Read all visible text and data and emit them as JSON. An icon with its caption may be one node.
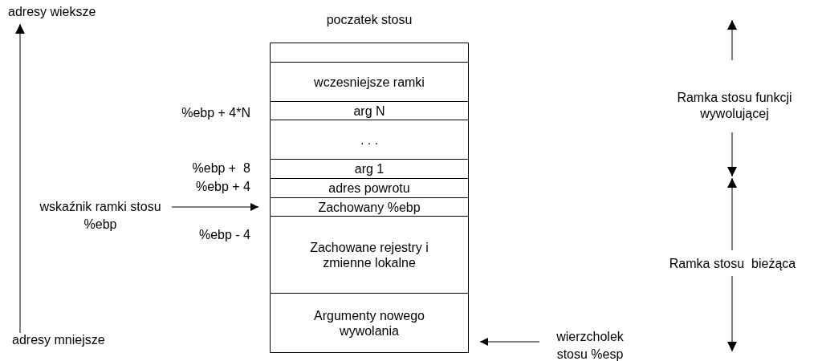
{
  "diagram": {
    "nodes": [
      {
        "text": [
          "poczatek stosu"
        ]
      },
      {
        "text": [],
        "shape": "box",
        "in": 0
      },
      {
        "text": [
          "wczesniejsze ramki"
        ],
        "in": 0
      },
      {
        "text": [
          "arg N"
        ],
        "in": 0
      },
      {
        "text": [
          ". . ."
        ],
        "in": 0
      },
      {
        "text": [
          "arg 1"
        ],
        "in": 0
      },
      {
        "text": [
          "adres powrotu"
        ],
        "in": 0
      },
      {
        "text": [
          "Zachowany %ebp"
        ],
        "in": 0
      },
      {
        "text": [
          "Zachowane rejestry i zmienne lokalne"
        ],
        "in": 0
      },
      {
        "text": [
          "Argumenty nowego wywolania"
        ],
        "in": 0
      },
      {
        "text": [
          "wskaźnik ramki stosu %ebp"
        ]
      },
      {
        "text": [
          "wierzcholek stosu %esp"
        ]
      }
    ],
    "edges": [
      {
        "from": 10,
        "to": 7,
        "arrow": "to"
      },
      {
        "from": 11,
        "to": 9,
        "arrow": "to"
      }
    ],
    "labels": [
      "adresy wieksze",
      "Ramka stosu funkcji wywolującej",
      "%ebp + 4*N",
      "%ebp +  8",
      "%ebp + 4",
      "%ebp - 4",
      "Ramka stosu  bieżąca",
      "adresy mniejsze"
    ]
  }
}
